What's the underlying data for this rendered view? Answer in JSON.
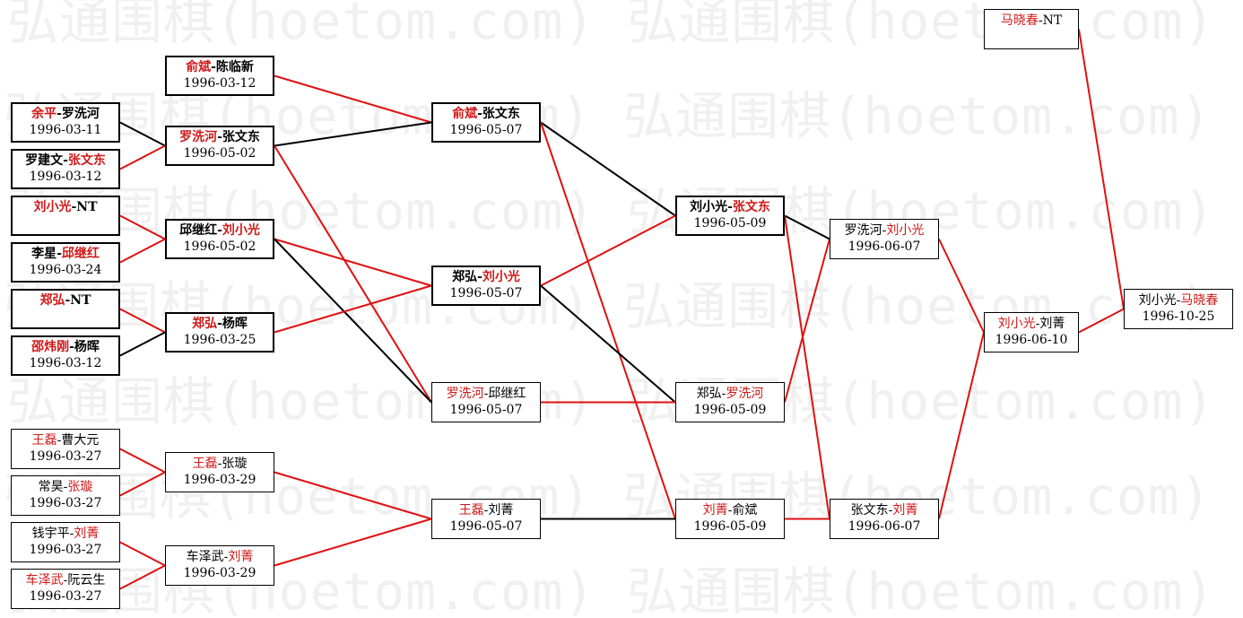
{
  "watermark": "弘通围棋(hoetom.com) 弘通围棋(hoetom.com) 弘",
  "colors": {
    "winner": "#d01818",
    "winner_path": "#e01010",
    "other_path": "#000000"
  },
  "matches": [
    {
      "id": "r1_1",
      "players": [
        "余平",
        "罗洗河"
      ],
      "winner": 0,
      "date": "1996-03-11"
    },
    {
      "id": "r1_2",
      "players": [
        "罗建文",
        "张文东"
      ],
      "winner": 1,
      "date": "1996-03-12"
    },
    {
      "id": "r1_3",
      "players": [
        "刘小光",
        "NT"
      ],
      "winner": 0,
      "date": ""
    },
    {
      "id": "r1_4",
      "players": [
        "李星",
        "邱继红"
      ],
      "winner": 1,
      "date": "1996-03-24"
    },
    {
      "id": "r1_5",
      "players": [
        "郑弘",
        "NT"
      ],
      "winner": 0,
      "date": ""
    },
    {
      "id": "r1_6",
      "players": [
        "邵炜刚",
        "杨晖"
      ],
      "winner": 0,
      "date": "1996-03-12"
    },
    {
      "id": "r1_7",
      "players": [
        "王磊",
        "曹大元"
      ],
      "winner": 0,
      "date": "1996-03-27"
    },
    {
      "id": "r1_8",
      "players": [
        "常昊",
        "张璇"
      ],
      "winner": 1,
      "date": "1996-03-27"
    },
    {
      "id": "r1_9",
      "players": [
        "钱宇平",
        "刘菁"
      ],
      "winner": 1,
      "date": "1996-03-27"
    },
    {
      "id": "r1_10",
      "players": [
        "车泽武",
        "阮云生"
      ],
      "winner": 0,
      "date": "1996-03-27"
    },
    {
      "id": "r2_1",
      "players": [
        "俞斌",
        "陈临新"
      ],
      "winner": 0,
      "date": "1996-03-12"
    },
    {
      "id": "r2_2",
      "players": [
        "罗洗河",
        "张文东"
      ],
      "winner": 0,
      "date": "1996-05-02"
    },
    {
      "id": "r2_3",
      "players": [
        "邱继红",
        "刘小光"
      ],
      "winner": 1,
      "date": "1996-05-02"
    },
    {
      "id": "r2_4",
      "players": [
        "郑弘",
        "杨晖"
      ],
      "winner": 0,
      "date": "1996-03-25"
    },
    {
      "id": "r2_5",
      "players": [
        "王磊",
        "张璇"
      ],
      "winner": 0,
      "date": "1996-03-29"
    },
    {
      "id": "r2_6",
      "players": [
        "车泽武",
        "刘菁"
      ],
      "winner": 1,
      "date": "1996-03-29"
    },
    {
      "id": "r3_1",
      "players": [
        "俞斌",
        "张文东"
      ],
      "winner": 0,
      "date": "1996-05-07"
    },
    {
      "id": "r3_2",
      "players": [
        "郑弘",
        "刘小光"
      ],
      "winner": 1,
      "date": "1996-05-07"
    },
    {
      "id": "r3_3",
      "players": [
        "罗洗河",
        "邱继红"
      ],
      "winner": 0,
      "date": "1996-05-07"
    },
    {
      "id": "r3_4",
      "players": [
        "王磊",
        "刘菁"
      ],
      "winner": 0,
      "date": "1996-05-07"
    },
    {
      "id": "r4_1",
      "players": [
        "刘小光",
        "张文东"
      ],
      "winner": 1,
      "date": "1996-05-09"
    },
    {
      "id": "r4_2",
      "players": [
        "郑弘",
        "罗洗河"
      ],
      "winner": 1,
      "date": "1996-05-09"
    },
    {
      "id": "r4_3",
      "players": [
        "刘菁",
        "俞斌"
      ],
      "winner": 0,
      "date": "1996-05-09"
    },
    {
      "id": "r5_1",
      "players": [
        "罗洗河",
        "刘小光"
      ],
      "winner": 1,
      "date": "1996-06-07"
    },
    {
      "id": "r5_2",
      "players": [
        "张文东",
        "刘菁"
      ],
      "winner": 1,
      "date": "1996-06-07"
    },
    {
      "id": "r6_1",
      "players": [
        "刘小光",
        "刘菁"
      ],
      "winner": 0,
      "date": "1996-06-10"
    },
    {
      "id": "top_1",
      "players": [
        "马晓春",
        "NT"
      ],
      "winner": 0,
      "date": ""
    },
    {
      "id": "final",
      "players": [
        "刘小光",
        "马晓春"
      ],
      "winner": 1,
      "date": "1996-10-25"
    }
  ],
  "connections": [
    [
      "r1_1",
      "r2_2",
      0
    ],
    [
      "r1_2",
      "r2_2",
      1
    ],
    [
      "r1_3",
      "r2_3",
      1
    ],
    [
      "r1_4",
      "r2_3",
      1
    ],
    [
      "r1_5",
      "r2_4",
      1
    ],
    [
      "r1_6",
      "r2_4",
      0
    ],
    [
      "r1_7",
      "r2_5",
      1
    ],
    [
      "r1_8",
      "r2_5",
      1
    ],
    [
      "r1_9",
      "r2_6",
      1
    ],
    [
      "r1_10",
      "r2_6",
      1
    ],
    [
      "r2_1",
      "r3_1",
      1
    ],
    [
      "r2_2",
      "r3_1",
      0
    ],
    [
      "r2_2",
      "r3_3",
      1
    ],
    [
      "r2_3",
      "r3_2",
      1
    ],
    [
      "r2_3",
      "r3_3",
      0
    ],
    [
      "r2_4",
      "r3_2",
      1
    ],
    [
      "r2_5",
      "r3_4",
      1
    ],
    [
      "r2_6",
      "r3_4",
      1
    ],
    [
      "r3_1",
      "r4_1",
      0
    ],
    [
      "r3_1",
      "r4_3",
      1
    ],
    [
      "r3_2",
      "r4_1",
      1
    ],
    [
      "r3_2",
      "r4_2",
      0
    ],
    [
      "r3_3",
      "r4_2",
      1
    ],
    [
      "r3_4",
      "r4_3",
      0
    ],
    [
      "r4_1",
      "r5_1",
      0
    ],
    [
      "r4_1",
      "r5_2",
      1
    ],
    [
      "r4_2",
      "r5_1",
      1
    ],
    [
      "r4_3",
      "r5_2",
      1
    ],
    [
      "r5_1",
      "r6_1",
      1
    ],
    [
      "r5_2",
      "r6_1",
      1
    ],
    [
      "r6_1",
      "final",
      1
    ],
    [
      "top_1",
      "final",
      1
    ]
  ]
}
